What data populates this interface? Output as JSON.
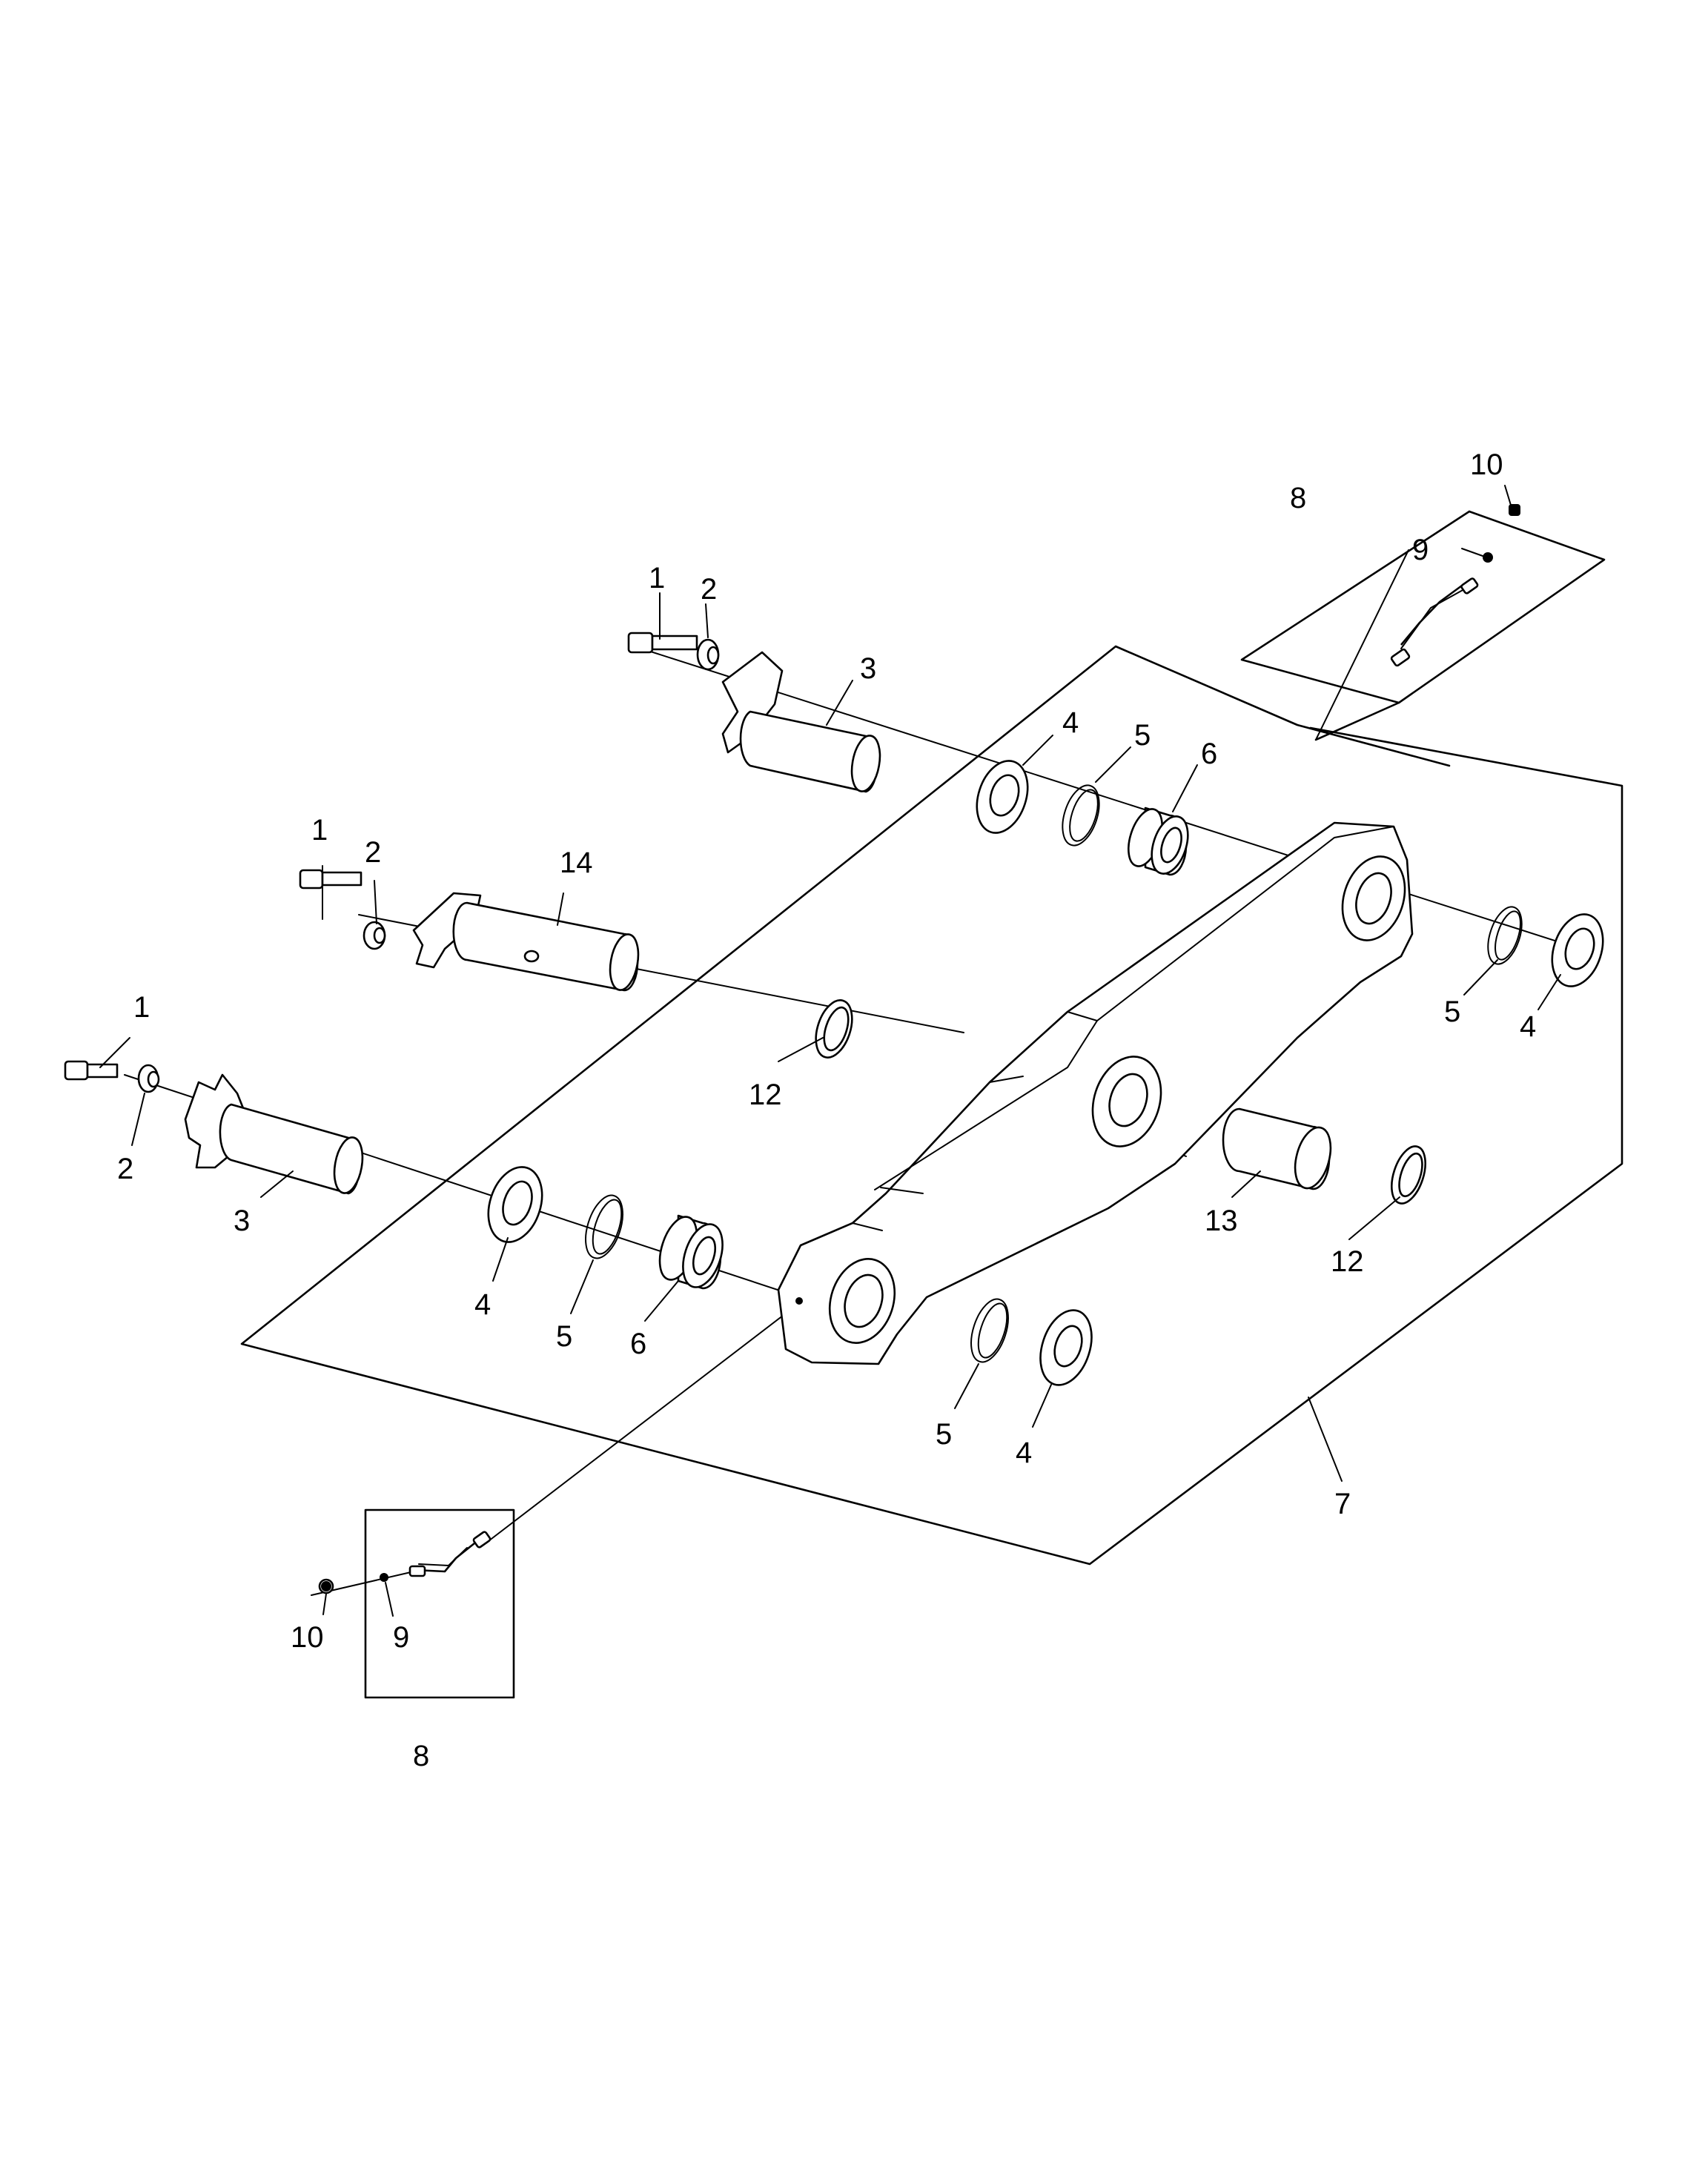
{
  "callouts": {
    "c1a": "1",
    "c1b": "1",
    "c1c": "1",
    "c2a": "2",
    "c2b": "2",
    "c2c": "2",
    "c3a": "3",
    "c3b": "3",
    "c4a": "4",
    "c4b": "4",
    "c4c": "4",
    "c4d": "4",
    "c5a": "5",
    "c5b": "5",
    "c5c": "5",
    "c5d": "5",
    "c6a": "6",
    "c6b": "6",
    "c7": "7",
    "c8a": "8",
    "c8b": "8",
    "c9a": "9",
    "c9b": "9",
    "c10a": "10",
    "c10b": "10",
    "c12a": "12",
    "c12b": "12",
    "c13": "13",
    "c14": "14"
  }
}
